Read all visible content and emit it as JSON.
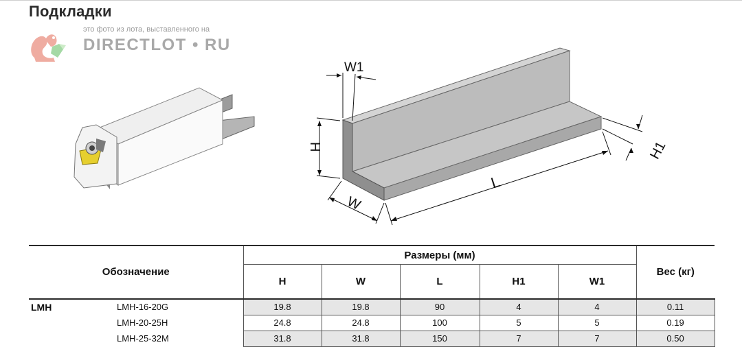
{
  "page": {
    "title": "Подкладки"
  },
  "watermark": {
    "caption": "это фото из лота, выставленного на",
    "brand": "DIRECTLOT • RU"
  },
  "diagram": {
    "labels": {
      "w1": "W1",
      "h": "H",
      "w": "W",
      "l": "L",
      "h1": "H1"
    }
  },
  "table": {
    "designation_header": "Обозначение",
    "dimensions_header": "Размеры (мм)",
    "weight_header": "Вес (кг)",
    "columns": [
      "H",
      "W",
      "L",
      "H1",
      "W1"
    ],
    "series": "LMH",
    "rows": [
      {
        "model": "LMH-16-20G",
        "h": "19.8",
        "w": "19.8",
        "l": "90",
        "h1": "4",
        "w1": "4",
        "weight": "0.11"
      },
      {
        "model": "LMH-20-25H",
        "h": "24.8",
        "w": "24.8",
        "l": "100",
        "h1": "5",
        "w1": "5",
        "weight": "0.19"
      },
      {
        "model": "LMH-25-32M",
        "h": "31.8",
        "w": "31.8",
        "l": "150",
        "h1": "7",
        "w1": "7",
        "weight": "0.50"
      }
    ]
  }
}
